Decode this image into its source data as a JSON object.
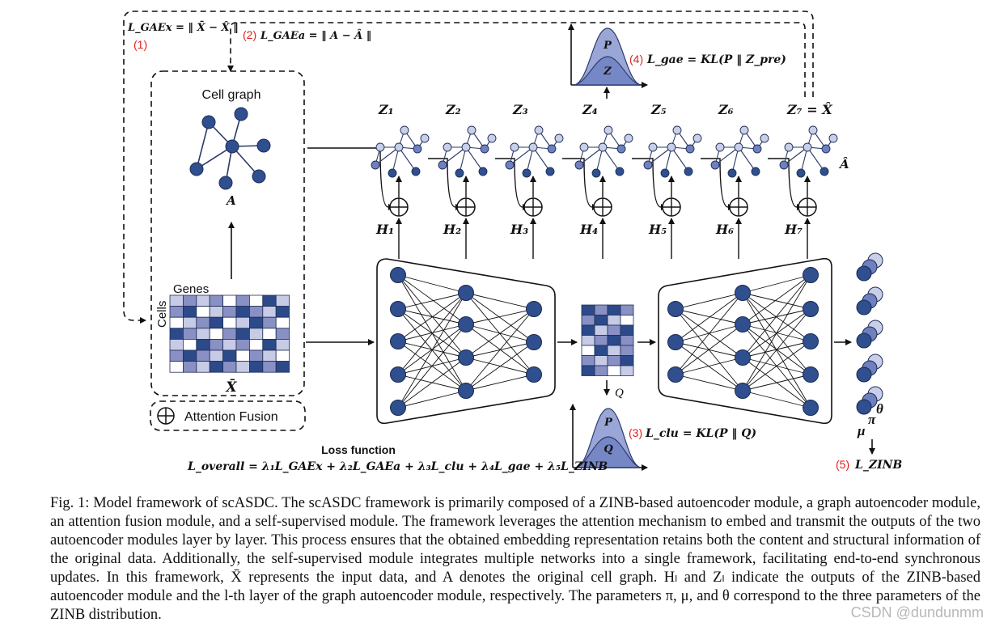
{
  "cell_graph": {
    "title": "Cell graph",
    "adj_label": "A"
  },
  "matrix": {
    "genes_label": "Genes",
    "cells_label": "Cells",
    "x_label": "X̄"
  },
  "fusion_legend": {
    "label": "Attention Fusion"
  },
  "z_labels": [
    "Z₁",
    "Z₂",
    "Z₃",
    "Z₄",
    "Z₅",
    "Z₆",
    "Z₇ = X̂"
  ],
  "h_labels": [
    "H₁",
    "H₂",
    "H₃",
    "H₄",
    "H₅",
    "H₆",
    "H₇"
  ],
  "a_hat_label": "Â",
  "q_label": "Q",
  "zinb_params": {
    "theta": "θ",
    "pi": "π",
    "mu": "μ"
  },
  "losses": {
    "l1_num": "(1)",
    "l1_eq": "L_GAEx = ‖ X̄ − X̂ ‖",
    "l2_num": "(2)",
    "l2_eq": "L_GAEa = ‖ A − Â ‖",
    "l3_num": "(3)",
    "l3_eq": "L_clu = KL(P ‖ Q)",
    "l4_num": "(4)",
    "l4_eq": "L_gae = KL(P ‖ Z_pre)",
    "l5_num": "(5)",
    "l5_eq": "L_ZINB"
  },
  "dist_labels": {
    "p": "P",
    "q": "Q",
    "z": "Z"
  },
  "loss_function": {
    "title": "Loss function",
    "equation": "L_overall = λ₁L_GAEx + λ₂L_GAEa + λ₃L_clu + λ₄L_gae + λ₅L_ZINB"
  },
  "caption": "Fig. 1: Model framework of scASDC. The scASDC framework is primarily composed of a ZINB-based autoencoder module, a graph autoencoder module, an attention fusion module, and a self-supervised module. The framework leverages the attention mechanism to embed and transmit the outputs of the two autoencoder modules layer by layer. This process ensures that the obtained embedding representation retains both the content and structural information of the original data. Additionally, the self-supervised module integrates multiple networks into a single framework, facilitating end-to-end synchronous updates. In this framework, X̄ represents the input data, and A denotes the original cell graph. Hₗ and Zₗ indicate the outputs of the ZINB-based autoencoder module and the l-th layer of the graph autoencoder module, respectively. The parameters π, μ, and θ correspond to the three parameters of the ZINB distribution.",
  "watermark": "CSDN @dundunmm",
  "colors": {
    "node_dark": "#2f4f8f",
    "node_mid": "#6f80bf",
    "node_light": "#c9cee9",
    "red": "#e0201b",
    "matrix_dark": "#2c4a8a",
    "matrix_mid": "#8890c4",
    "matrix_light": "#c7cbe6"
  }
}
